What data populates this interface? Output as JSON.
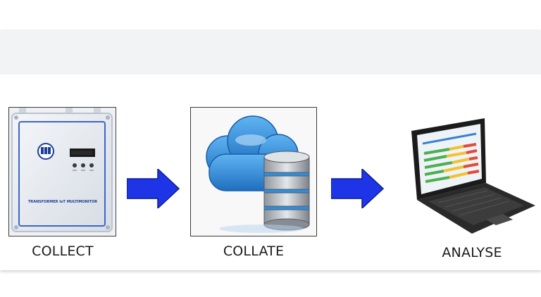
{
  "steps": [
    {
      "id": "collect",
      "label": "COLLECT",
      "icon": "multimonitor-device-icon",
      "device_text": "TRANSFORMER IoT MULTIMONITOR"
    },
    {
      "id": "collate",
      "label": "COLLATE",
      "icon": "cloud-database-icon"
    },
    {
      "id": "analyse",
      "label": "ANALYSE",
      "icon": "laptop-dashboard-icon"
    }
  ],
  "colors": {
    "arrow": "#1d35e6",
    "cloud": "#2b86d6",
    "frame_border": "#3a3a3a"
  }
}
